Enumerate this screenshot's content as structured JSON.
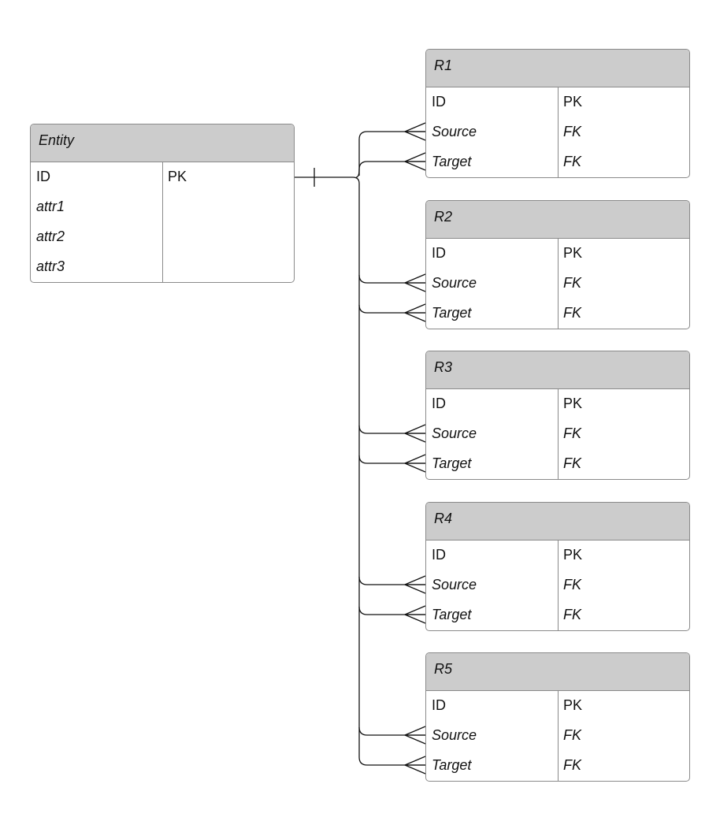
{
  "entity": {
    "title": "Entity",
    "rows": [
      {
        "name": "ID",
        "key": "PK",
        "italic": false,
        "key_italic": false
      },
      {
        "name": "attr1",
        "key": "",
        "italic": true,
        "key_italic": false
      },
      {
        "name": "attr2",
        "key": "",
        "italic": true,
        "key_italic": false
      },
      {
        "name": "attr3",
        "key": "",
        "italic": true,
        "key_italic": false
      }
    ]
  },
  "relations": [
    {
      "title": "R1",
      "rows": [
        {
          "name": "ID",
          "key": "PK",
          "italic": false,
          "key_italic": false
        },
        {
          "name": "Source",
          "key": "FK",
          "italic": true,
          "key_italic": true
        },
        {
          "name": "Target",
          "key": "FK",
          "italic": true,
          "key_italic": true
        }
      ]
    },
    {
      "title": "R2",
      "rows": [
        {
          "name": "ID",
          "key": "PK",
          "italic": false,
          "key_italic": false
        },
        {
          "name": "Source",
          "key": "FK",
          "italic": true,
          "key_italic": true
        },
        {
          "name": "Target",
          "key": "FK",
          "italic": true,
          "key_italic": true
        }
      ]
    },
    {
      "title": "R3",
      "rows": [
        {
          "name": "ID",
          "key": "PK",
          "italic": false,
          "key_italic": false
        },
        {
          "name": "Source",
          "key": "FK",
          "italic": true,
          "key_italic": true
        },
        {
          "name": "Target",
          "key": "FK",
          "italic": true,
          "key_italic": true
        }
      ]
    },
    {
      "title": "R4",
      "rows": [
        {
          "name": "ID",
          "key": "PK",
          "italic": false,
          "key_italic": false
        },
        {
          "name": "Source",
          "key": "FK",
          "italic": true,
          "key_italic": true
        },
        {
          "name": "Target",
          "key": "FK",
          "italic": true,
          "key_italic": true
        }
      ]
    },
    {
      "title": "R5",
      "rows": [
        {
          "name": "ID",
          "key": "PK",
          "italic": false,
          "key_italic": false
        },
        {
          "name": "Source",
          "key": "FK",
          "italic": true,
          "key_italic": true
        },
        {
          "name": "Target",
          "key": "FK",
          "italic": true,
          "key_italic": true
        }
      ]
    }
  ],
  "colors": {
    "header": "#cccccc",
    "border": "#8a8a8a",
    "connector": "#111111"
  }
}
